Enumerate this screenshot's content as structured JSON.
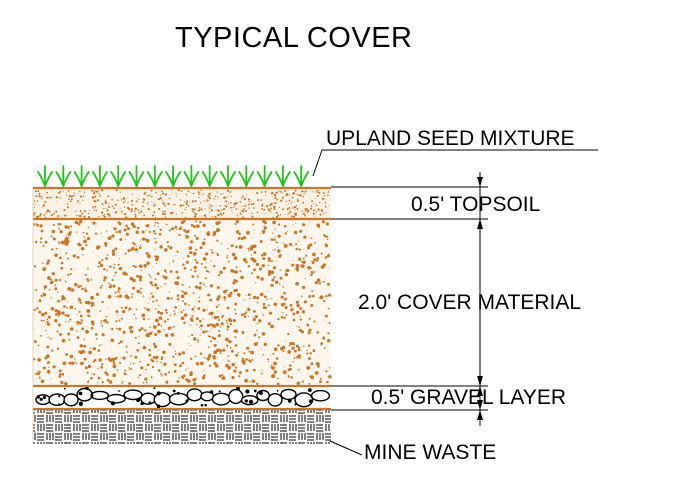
{
  "title": "TYPICAL COVER",
  "labels": {
    "seed": "UPLAND SEED MIXTURE",
    "topsoil": "0.5' TOPSOIL",
    "cover": "2.0' COVER MATERIAL",
    "gravel": "0.5' GRAVEL LAYER",
    "mine": "MINE WASTE"
  },
  "colors": {
    "soil": "#c8772a",
    "soil_fill": "#fbf2e6",
    "grass": "#22c41a",
    "line": "#000000"
  }
}
